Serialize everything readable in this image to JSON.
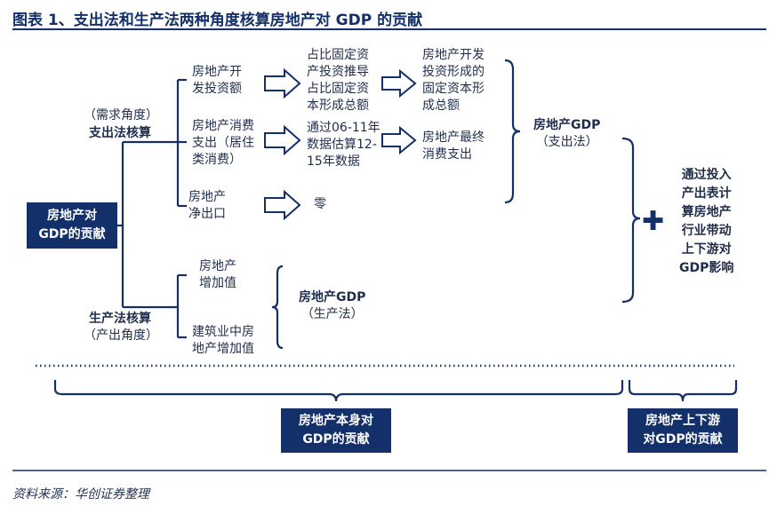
{
  "title": "图表 1、支出法和生产法两种角度核算房地产对 GDP 的贡献",
  "root_box": [
    "房地产对",
    "GDP的贡献"
  ],
  "expenditure": {
    "angle": "（需求角度）",
    "name": "支出法核算"
  },
  "production": {
    "name": "生产法核算",
    "angle": "（产出角度）"
  },
  "expenditure_items": [
    [
      "房地产开",
      "发投资额"
    ],
    [
      "房地产消费",
      "支出（居住",
      "类消费）"
    ],
    [
      "房地产",
      "净出口"
    ]
  ],
  "middle_items": [
    [
      "占比固定资",
      "产投资推导",
      "占比固定资",
      "本形成总额"
    ],
    [
      "通过06-11年",
      "数据估算12-",
      "15年数据"
    ],
    [
      "零"
    ]
  ],
  "right_items": [
    [
      "房地产开发",
      "投资形成的",
      "固定资本形",
      "成总额"
    ],
    [
      "房地产最终",
      "消费支出"
    ]
  ],
  "expenditure_result": [
    "房地产GDP",
    "（支出法）"
  ],
  "production_items": [
    [
      "房地产",
      "增加值"
    ],
    [
      "建筑业中房",
      "地产增加值"
    ]
  ],
  "production_result": [
    "房地产GDP",
    "（生产法）"
  ],
  "plus_symbol": "✚",
  "far_right": [
    "通过投入",
    "产出表计",
    "算房地产",
    "行业带动",
    "上下游对",
    "GDP影响"
  ],
  "bottom_left_box": [
    "房地产本身对",
    "GDP的贡献"
  ],
  "bottom_right_box": [
    "房地产上下游",
    "对GDP的贡献"
  ],
  "source": "资料来源：华创证券整理"
}
